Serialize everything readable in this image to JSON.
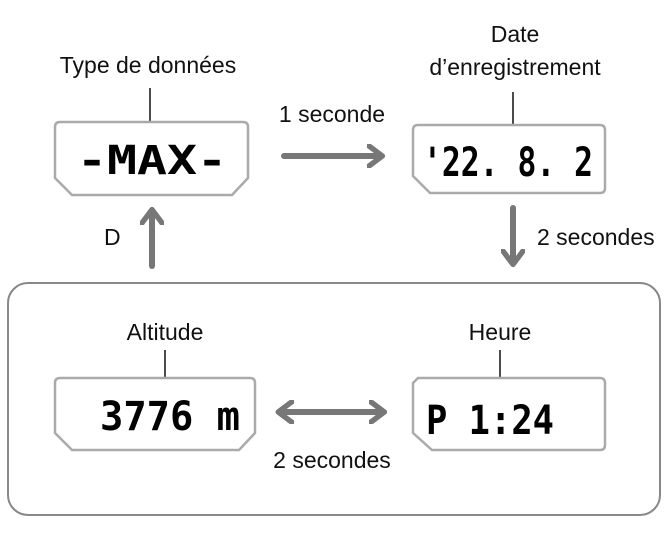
{
  "labels": {
    "data_type": "Type de données",
    "record_date_line1": "Date",
    "record_date_line2": "d’enregistrement",
    "altitude": "Altitude",
    "time": "Heure"
  },
  "transitions": {
    "one_second": "1 seconde",
    "two_seconds_down": "2 secondes",
    "two_seconds_between": "2 secondes",
    "button_d": "D"
  },
  "displays": {
    "data_type": "-MAX-",
    "record_date": "'22. 8. 2",
    "altitude": "3776 m",
    "time": "P 1:24"
  },
  "colors": {
    "arrow": "#777777",
    "frame": "#888888",
    "display_border": "#aaaaaa"
  }
}
